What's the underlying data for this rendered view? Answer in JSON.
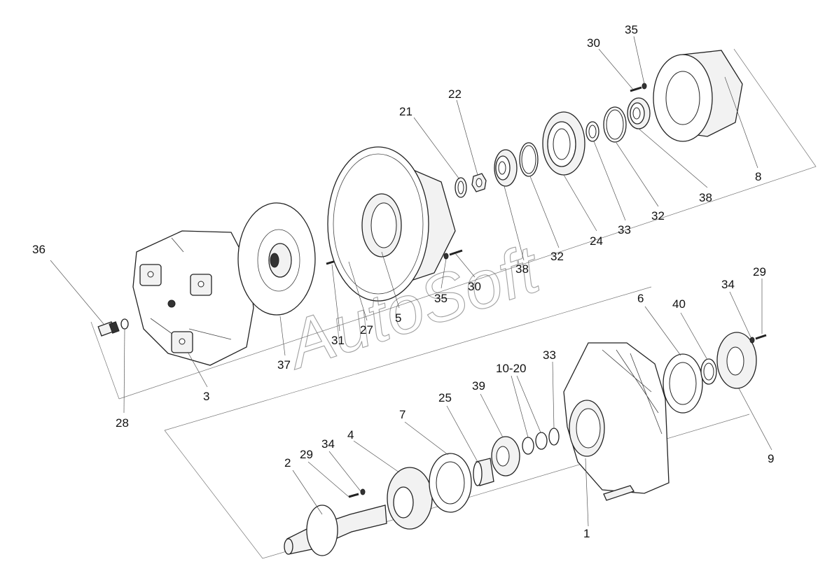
{
  "watermark": "AutoSoft",
  "callouts": {
    "n36": "36",
    "n28": "28",
    "n3": "3",
    "n37": "37",
    "n31": "31",
    "n27": "27",
    "n5": "5",
    "n35a": "35",
    "n30a": "30",
    "n21": "21",
    "n22": "22",
    "n38a": "38",
    "n32a": "32",
    "n24": "24",
    "n33a": "33",
    "n32b": "32",
    "n38b": "38",
    "n30b": "30",
    "n35b": "35",
    "n8": "8",
    "n2": "2",
    "n29a": "29",
    "n34a": "34",
    "n4": "4",
    "n7": "7",
    "n25": "25",
    "n39": "39",
    "n10_20": "10-20",
    "n33b": "33",
    "n1": "1",
    "n6": "6",
    "n40": "40",
    "n34b": "34",
    "n29b": "29",
    "n9": "9"
  }
}
